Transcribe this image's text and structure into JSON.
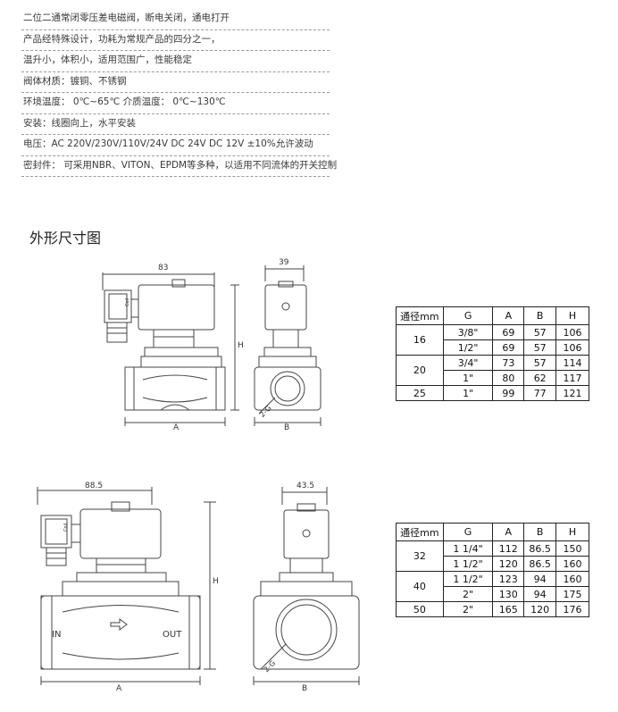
{
  "specs": [
    "二位二通常闭零压差电磁阀，断电关闭，通电打开",
    "产品经特殊设计，功耗为常规产品的四分之一，",
    "温升小，体积小，适用范围广，性能稳定",
    "阀体材质：镀铜、不锈钢",
    "环境温度：  0℃~65℃          介质温度：  0℃~130℃",
    "安装：线圈向上，水平安装",
    "电压：AC 220V/230V/110V/24V   DC 24V  DC 12V    ±10%允许波动",
    "密封件：  可采用NBR、VITON、EPDM等多种，以适用不同流体的开关控制"
  ],
  "section_title": "外形尺寸图",
  "drawing1": {
    "dim_width": "83",
    "dim_depth": "39",
    "dim_height": "H",
    "label_a": "A",
    "label_b": "B",
    "label_g": "2-G",
    "coil_text": "Coil"
  },
  "drawing2": {
    "dim_width": "88.5",
    "dim_depth": "43.5",
    "dim_height": "H",
    "label_a": "A",
    "label_b": "B",
    "label_g": "2-G",
    "label_in": "IN",
    "label_out": "OUT",
    "coil_text": "Coil"
  },
  "table1": {
    "headers": [
      "通径mm",
      "G",
      "A",
      "B",
      "H"
    ],
    "groups": [
      {
        "size": "16",
        "rows": [
          [
            "3/8\"",
            "69",
            "57",
            "106"
          ],
          [
            "1/2\"",
            "69",
            "57",
            "106"
          ]
        ]
      },
      {
        "size": "20",
        "rows": [
          [
            "3/4\"",
            "73",
            "57",
            "114"
          ],
          [
            "1\"",
            "80",
            "62",
            "117"
          ]
        ]
      },
      {
        "size": "25",
        "rows": [
          [
            "1\"",
            "99",
            "77",
            "121"
          ]
        ]
      }
    ]
  },
  "table2": {
    "headers": [
      "通径mm",
      "G",
      "A",
      "B",
      "H"
    ],
    "groups": [
      {
        "size": "32",
        "rows": [
          [
            "1 1/4\"",
            "112",
            "86.5",
            "150"
          ],
          [
            "1 1/2\"",
            "120",
            "86.5",
            "160"
          ]
        ]
      },
      {
        "size": "40",
        "rows": [
          [
            "1 1/2\"",
            "123",
            "94",
            "160"
          ],
          [
            "2\"",
            "130",
            "94",
            "175"
          ]
        ]
      },
      {
        "size": "50",
        "rows": [
          [
            "2\"",
            "165",
            "120",
            "176"
          ]
        ]
      }
    ]
  }
}
